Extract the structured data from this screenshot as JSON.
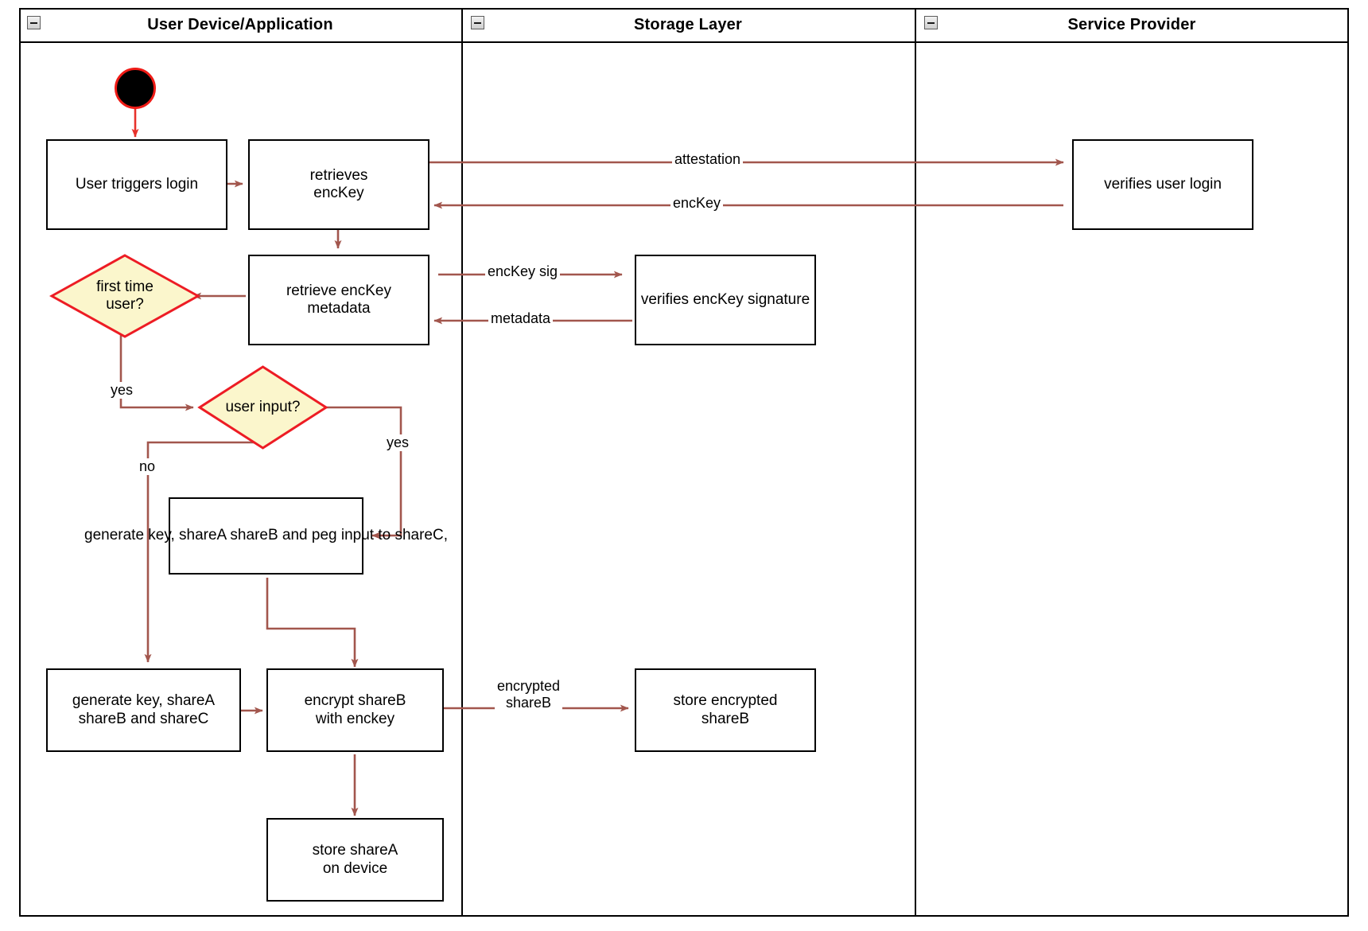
{
  "diagram": {
    "type": "uml-activity-swimlane",
    "accent_arrow_color": "#a2564d",
    "decision_fill": "#fbf6cc",
    "decision_stroke": "#ed1c24",
    "node_stroke": "#000000",
    "lanes": [
      {
        "id": "lane-user-device",
        "title": "User Device/Application",
        "collapse_icon": "minus-icon"
      },
      {
        "id": "lane-storage",
        "title": "Storage Layer",
        "collapse_icon": "minus-icon"
      },
      {
        "id": "lane-service-provider",
        "title": "Service Provider",
        "collapse_icon": "minus-icon"
      }
    ],
    "nodes": [
      {
        "id": "start",
        "kind": "initial-node",
        "label": ""
      },
      {
        "id": "user-triggers-login",
        "kind": "action",
        "label": "User triggers login"
      },
      {
        "id": "retrieves-enckey",
        "kind": "action",
        "label": "retrieves\nencKey"
      },
      {
        "id": "verifies-user-login",
        "kind": "action",
        "label": "verifies user login"
      },
      {
        "id": "retrieve-enckey-metadata",
        "kind": "action",
        "label": "retrieve encKey\nmetadata"
      },
      {
        "id": "verifies-enckey-signature",
        "kind": "action",
        "label": "verifies encKey signature"
      },
      {
        "id": "first-time-user",
        "kind": "decision",
        "label": "first time\nuser?"
      },
      {
        "id": "user-input",
        "kind": "decision",
        "label": "user input?"
      },
      {
        "id": "generate-peg-input",
        "kind": "action",
        "label": "generate key, shareA\nshareB and peg input\nto shareC,"
      },
      {
        "id": "generate-sharec",
        "kind": "action",
        "label": "generate key, shareA\nshareB and shareC"
      },
      {
        "id": "encrypt-shareb",
        "kind": "action",
        "label": "encrypt shareB\nwith enckey"
      },
      {
        "id": "store-encrypted-shareb",
        "kind": "action",
        "label": "store encrypted\nshareB"
      },
      {
        "id": "store-sharea",
        "kind": "action",
        "label": "store shareA\non device"
      }
    ],
    "edge_labels": [
      {
        "id": "edge-attestation",
        "text": "attestation"
      },
      {
        "id": "edge-enckey",
        "text": "encKey"
      },
      {
        "id": "edge-enckey-sig",
        "text": "encKey sig"
      },
      {
        "id": "edge-metadata",
        "text": "metadata"
      },
      {
        "id": "edge-first-time-yes",
        "text": "yes"
      },
      {
        "id": "edge-user-input-yes",
        "text": "yes"
      },
      {
        "id": "edge-user-input-no",
        "text": "no"
      },
      {
        "id": "edge-encrypted-shareb",
        "text": "encrypted\nshareB"
      }
    ]
  }
}
